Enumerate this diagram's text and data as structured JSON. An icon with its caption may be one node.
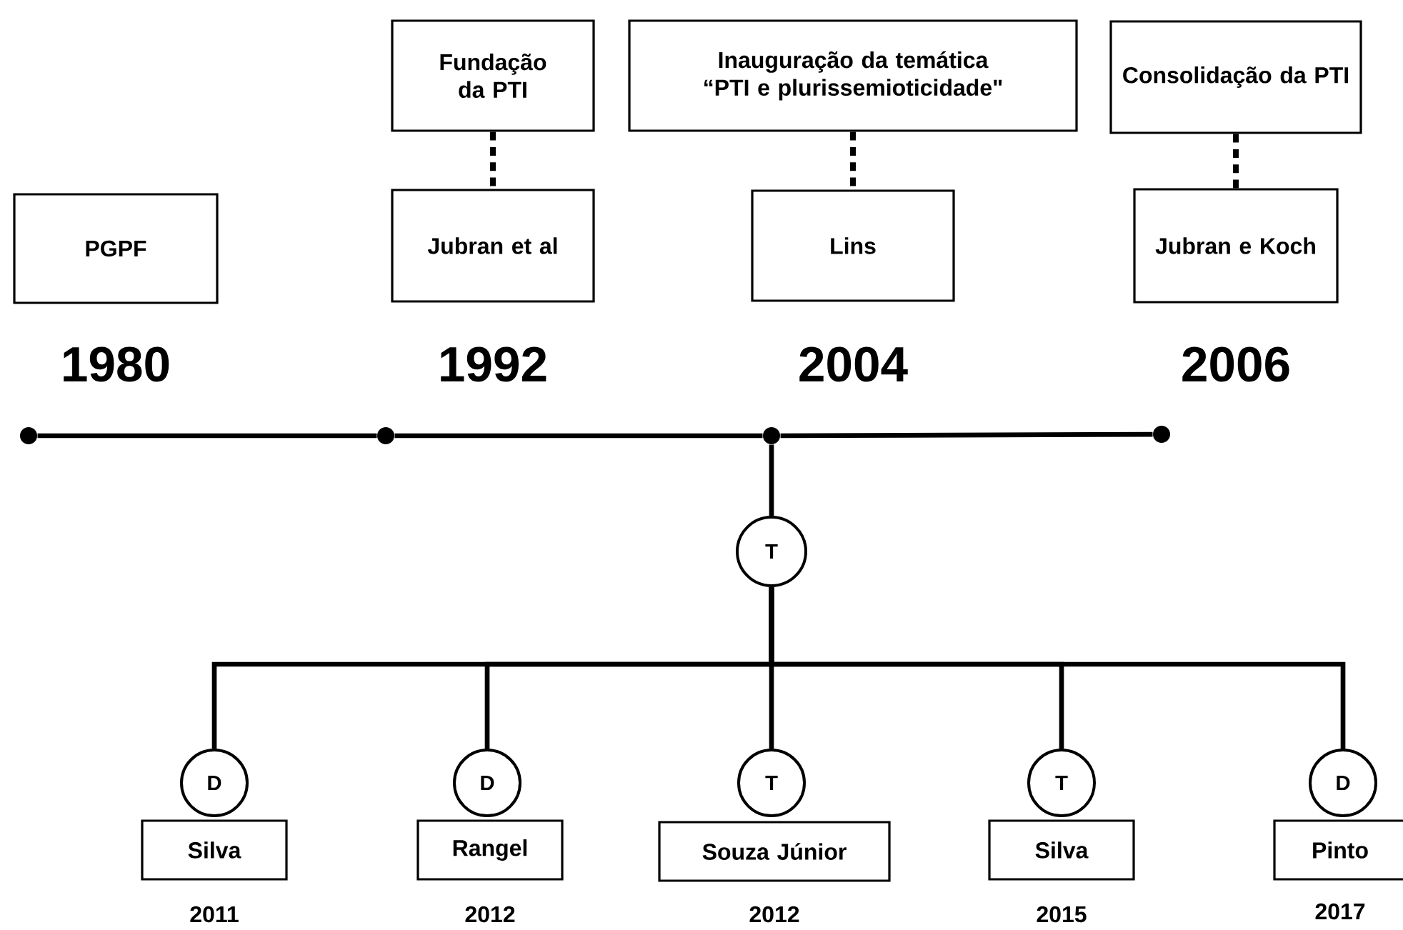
{
  "diagram": {
    "nodes": [
      {
        "text": [
          "PGPF"
        ],
        "beside": [
          "1980"
        ]
      },
      {
        "text": [
          "Fundação da PTI"
        ]
      },
      {
        "text": [
          "Jubran et al"
        ],
        "beside": [
          "1992"
        ]
      },
      {
        "text": [
          "Inauguração da temática “PTI e plurissemioticidade\""
        ]
      },
      {
        "text": [
          "Lins"
        ],
        "beside": [
          "2004"
        ]
      },
      {
        "text": [
          "Consolidação da PTI"
        ]
      },
      {
        "text": [
          "Jubran e Koch"
        ],
        "beside": [
          "2006"
        ]
      },
      {
        "text": [],
        "shape": "circle"
      },
      {
        "text": [],
        "shape": "circle"
      },
      {
        "text": [],
        "shape": "circle"
      },
      {
        "text": [],
        "shape": "circle"
      },
      {
        "text": [
          "T"
        ]
      },
      {
        "text": [
          "D"
        ]
      },
      {
        "text": [
          "Silva"
        ],
        "beside": [
          "2011"
        ]
      },
      {
        "text": [
          "D"
        ]
      },
      {
        "text": [
          "Rangel"
        ],
        "beside": [
          "2012"
        ]
      },
      {
        "text": [
          "T"
        ]
      },
      {
        "text": [
          "Souza Júnior"
        ],
        "beside": [
          "2012"
        ]
      },
      {
        "text": [
          "T"
        ]
      },
      {
        "text": [
          "Silva"
        ],
        "beside": [
          "2015"
        ]
      },
      {
        "text": [
          "D"
        ]
      },
      {
        "text": [
          "Pinto"
        ],
        "beside": [
          "2017"
        ]
      }
    ],
    "edges": [
      {
        "from": 1,
        "to": 2,
        "arrow": "none",
        "style": "dashed"
      },
      {
        "from": 3,
        "to": 4,
        "arrow": "none",
        "style": "dashed"
      },
      {
        "from": 5,
        "to": 6,
        "arrow": "none",
        "style": "dashed"
      },
      {
        "from": 7,
        "to": 8,
        "arrow": "none"
      },
      {
        "from": 8,
        "to": 9,
        "arrow": "none"
      },
      {
        "from": 9,
        "to": 10,
        "arrow": "none"
      },
      {
        "from": 9,
        "to": 11,
        "arrow": "none"
      },
      {
        "from": 11,
        "to": 12,
        "arrow": "none"
      },
      {
        "from": 11,
        "to": 14,
        "arrow": "none"
      },
      {
        "from": 11,
        "to": 16,
        "arrow": "none"
      },
      {
        "from": 11,
        "to": 18,
        "arrow": "none"
      },
      {
        "from": 11,
        "to": 20,
        "arrow": "none"
      }
    ]
  }
}
